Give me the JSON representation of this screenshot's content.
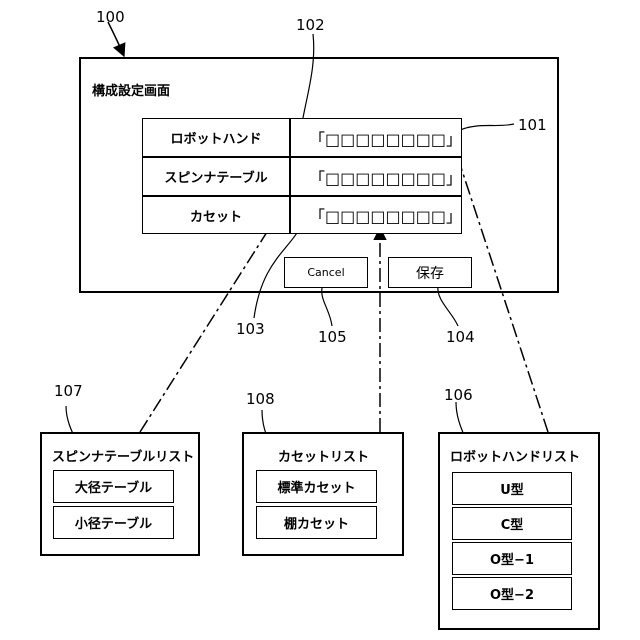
{
  "refs": {
    "r100": "100",
    "r101": "101",
    "r102": "102",
    "r103": "103",
    "r104": "104",
    "r105": "105",
    "r106": "106",
    "r107": "107",
    "r108": "108"
  },
  "screen": {
    "title": "構成設定画面",
    "rows": [
      {
        "label": "ロボットハンド",
        "value": "「□□□□□□□□」"
      },
      {
        "label": "スピンナテーブル",
        "value": "「□□□□□□□□」"
      },
      {
        "label": "カセット",
        "value": "「□□□□□□□□」"
      }
    ],
    "cancel_label": "Cancel",
    "save_label": "保存"
  },
  "spinner_list": {
    "title": "スピンナテーブルリスト",
    "items": [
      "大径テーブル",
      "小径テーブル"
    ]
  },
  "cassette_list": {
    "title": "カセットリスト",
    "items": [
      "標準カセット",
      "棚カセット"
    ]
  },
  "robot_list": {
    "title": "ロボットハンドリスト",
    "items": [
      "U型",
      "C型",
      "O型−1",
      "O型−2"
    ]
  }
}
